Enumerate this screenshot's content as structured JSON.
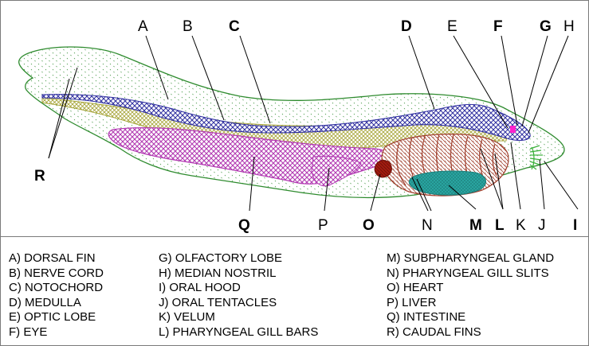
{
  "labels": {
    "A": "A",
    "B": "B",
    "C": "C",
    "D": "D",
    "E": "E",
    "F": "F",
    "G": "G",
    "H": "H",
    "I": "I",
    "J": "J",
    "K": "K",
    "L": "L",
    "M": "M",
    "N": "N",
    "O": "O",
    "P": "P",
    "Q": "Q",
    "R": "R"
  },
  "legend": {
    "col1": [
      "A) DORSAL FIN",
      "B) NERVE CORD",
      "C) NOTOCHORD",
      "D) MEDULLA",
      "E) OPTIC LOBE",
      "F) EYE"
    ],
    "col2": [
      "G) OLFACTORY LOBE",
      "H) MEDIAN NOSTRIL",
      "I) ORAL HOOD",
      "J) ORAL TENTACLES",
      "K) VELUM",
      "L) PHARYNGEAL GILL BARS"
    ],
    "col3": [
      "M) SUBPHARYNGEAL GLAND",
      "N) PHARYNGEAL GILL SLITS",
      "O) HEART",
      "P) LIVER",
      "Q) INTESTINE",
      "R) CAUDAL FINS"
    ]
  },
  "colors": {
    "outline": "#2e8b2e",
    "nerve_cord": "#3030a0",
    "notochord": "#a7a53a",
    "intestine": "#b23ab2",
    "gill": "#a0402e",
    "heart": "#9a1a10",
    "subpharyngeal": "#2aa7a3",
    "eye": "#ff22cc",
    "tentacles": "#3ab03a"
  }
}
